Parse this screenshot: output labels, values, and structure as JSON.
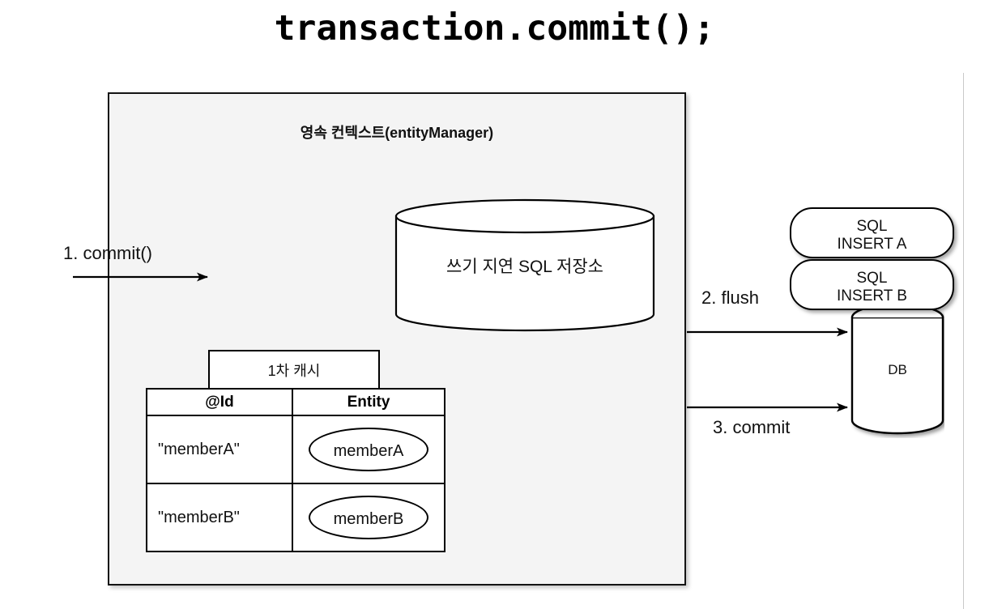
{
  "title": "transaction.commit();",
  "persistence_context": {
    "title": "영속 컨텍스트(entityManager)",
    "sql_store_label": "쓰기 지연 SQL 저장소",
    "cache": {
      "tab_label": "1차 캐시",
      "columns": [
        "@Id",
        "Entity"
      ],
      "rows": [
        {
          "id": "\"memberA\"",
          "entity": "memberA"
        },
        {
          "id": "\"memberB\"",
          "entity": "memberB"
        }
      ]
    }
  },
  "database": {
    "label": "DB",
    "sql_statements": [
      "SQL\nINSERT A",
      "SQL\nINSERT B"
    ]
  },
  "flow_labels": {
    "step1": "1. commit()",
    "step2": "2. flush",
    "step3": "3. commit"
  },
  "colors": {
    "context_fill": "#f4f4f4",
    "stroke": "#000000",
    "rule": "#c9c9c9",
    "page_background": "#ffffff"
  }
}
